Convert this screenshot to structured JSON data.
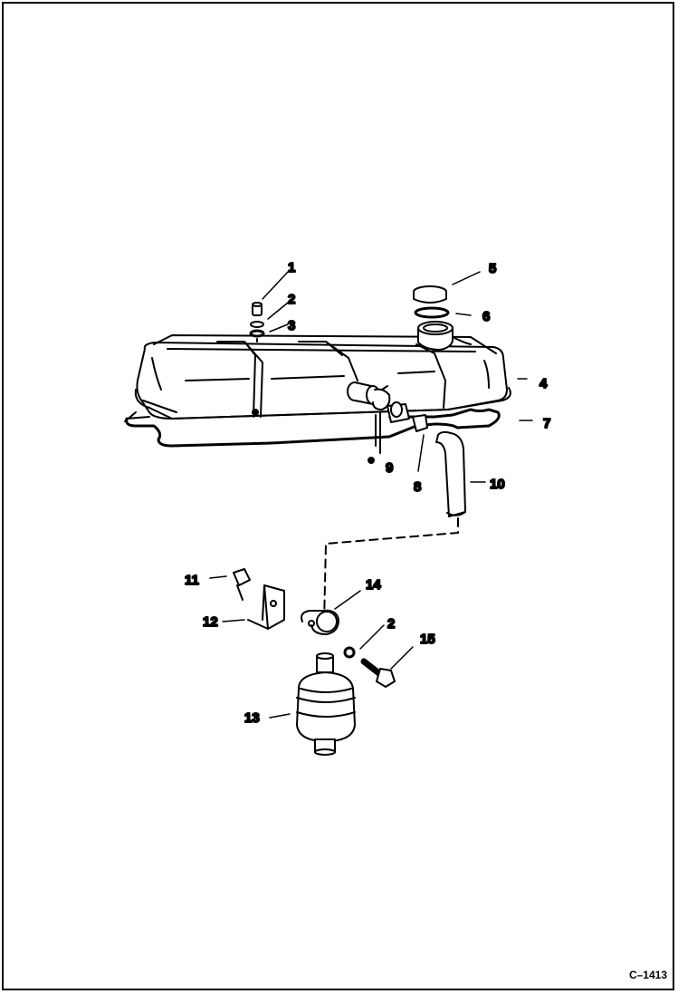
{
  "figure": {
    "id_label": "C–1413"
  },
  "callouts": {
    "c1": "1",
    "c2": "2",
    "c3": "3",
    "c4": "4",
    "c5": "5",
    "c6": "6",
    "c7": "7",
    "c8": "8",
    "c9": "9",
    "c10": "10",
    "c11": "11",
    "c12": "12",
    "c13": "13",
    "c14": "14",
    "c15": "15",
    "c2b": "2"
  }
}
